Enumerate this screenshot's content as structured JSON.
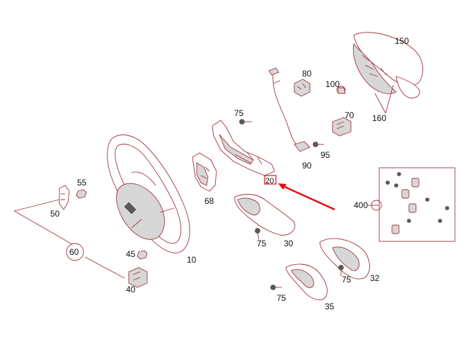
{
  "labels": {
    "p150": "150",
    "p80": "80",
    "p100": "100",
    "p70": "70",
    "p160": "160",
    "p75": "75",
    "p95": "95",
    "p90": "90",
    "p20": "20",
    "p55": "55",
    "p68": "68",
    "p400": "400",
    "p50": "50",
    "p30": "30",
    "p60": "60",
    "p45": "45",
    "p10": "10",
    "p32": "32",
    "p40": "40",
    "p35": "35"
  },
  "colors": {
    "line": "#a2353d",
    "highlight": "#e30f17",
    "background": "#ffffff"
  }
}
